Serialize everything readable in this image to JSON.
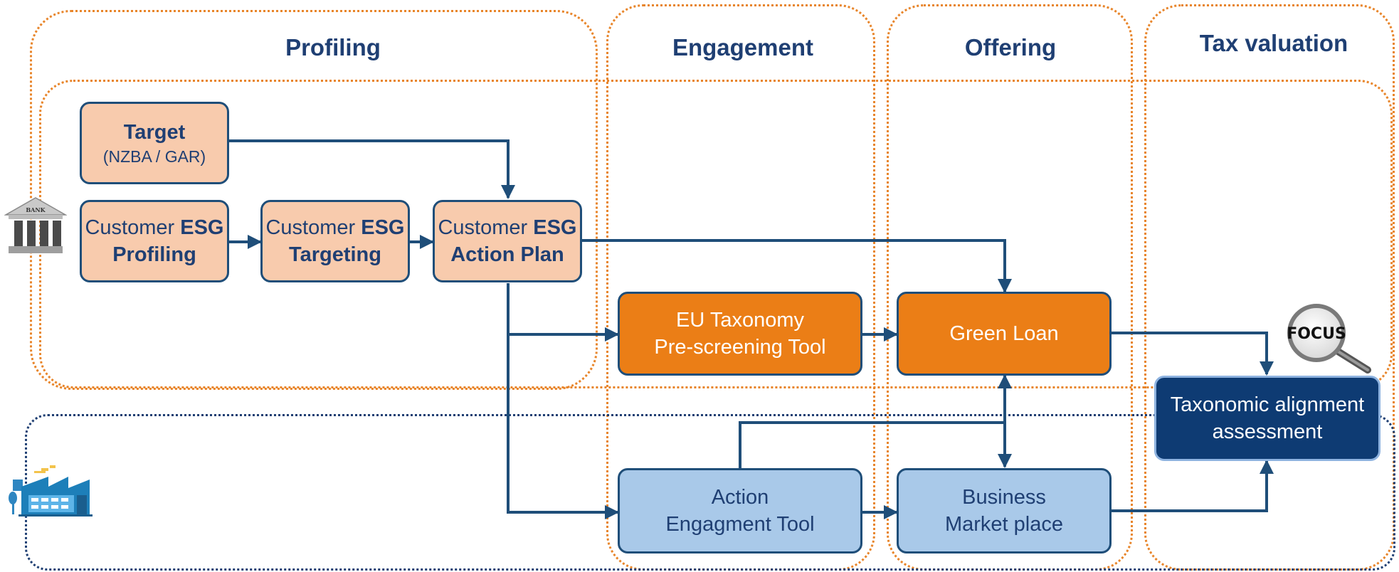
{
  "columns": {
    "profiling": "Profiling",
    "engagement": "Engagement",
    "offering": "Offering",
    "tax_valuation": "Tax valuation"
  },
  "boxes": {
    "target": {
      "title": "Target",
      "subtitle": "(NZBA / GAR)"
    },
    "profiling": {
      "pre": "Customer ",
      "esg": "ESG",
      "main": "Profiling"
    },
    "targeting": {
      "pre": "Customer ",
      "esg": "ESG",
      "main": "Targeting"
    },
    "action_plan": {
      "pre": "Customer ",
      "esg": "ESG",
      "main": "Action Plan"
    },
    "eu_taxonomy": {
      "line1": "EU Taxonomy",
      "line2": "Pre-screening Tool"
    },
    "green_loan": {
      "line1": "Green Loan"
    },
    "action_engagement": {
      "line1": "Action",
      "line2": "Engagment Tool"
    },
    "business_market": {
      "line1": "Business",
      "line2": "Market place"
    },
    "taxonomic_alignment": {
      "line1": "Taxonomic alignment",
      "line2": "assessment"
    }
  },
  "icons": {
    "bank": {
      "name": "bank-icon",
      "label": "BANK"
    },
    "factory": {
      "name": "factory-icon"
    },
    "focus": {
      "name": "magnifier-focus-icon",
      "label": "FOCUS"
    }
  },
  "colors": {
    "title": "#1F3F73",
    "frame_orange": "#E8852A",
    "frame_blue": "#1F3F73",
    "box_peach": "#F8CBAD",
    "box_orange": "#EB7E16",
    "box_light_blue": "#A9C9E9",
    "box_navy": "#0E3B73",
    "connector": "#1F4E79"
  }
}
